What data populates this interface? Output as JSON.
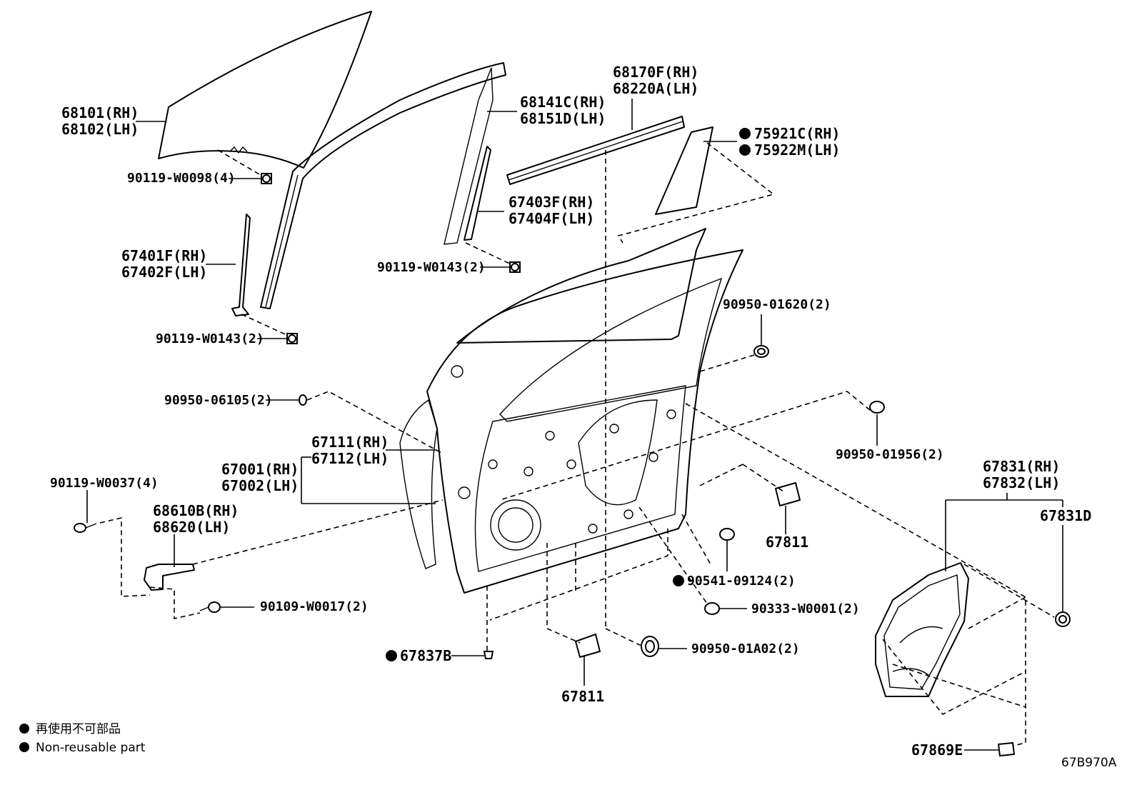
{
  "labels": {
    "glass_rh": "68101(RH)",
    "glass_lh": "68102(LH)",
    "bolt_w0098": "90119-W0098(4)",
    "run_rh": "68141C(RH)",
    "run_lh": "68151D(LH)",
    "belt_rh": "68170F(RH)",
    "belt_lh": "68220A(LH)",
    "garnish_rh": "75921C(RH)",
    "garnish_lh": "75922M(LH)",
    "rear_frame_rh": "67403F(RH)",
    "rear_frame_lh": "67404F(LH)",
    "bolt_w0143_upper": "90119-W0143(2)",
    "front_frame_rh": "67401F(RH)",
    "front_frame_lh": "67402F(LH)",
    "bolt_w0143_lower": "90119-W0143(2)",
    "plug_01620": "90950-01620(2)",
    "plug_06105": "90950-06105(2)",
    "plug_01956": "90950-01956(2)",
    "weather_rh": "67111(RH)",
    "weather_lh": "67112(LH)",
    "door_rh": "67001(RH)",
    "door_lh": "67002(LH)",
    "bolt_w0037": "90119-W0037(4)",
    "check_rh": "68610B(RH)",
    "check_lh": "68620(LH)",
    "seal_67811_right": "67811",
    "cover_rh": "67831(RH)",
    "cover_lh": "67832(LH)",
    "cover_d": "67831D",
    "clip_09124": "90541-09124(2)",
    "bolt_w0017": "90109-W0017(2)",
    "plug_w0001": "90333-W0001(2)",
    "plug_01a02": "90950-01A02(2)",
    "clip_67837b": "67837B",
    "seal_67811_bottom": "67811",
    "clip_67869e": "67869E"
  },
  "legend": {
    "japanese": "再使用不可部品",
    "english": "Non-reusable part"
  },
  "diagram_code": "67B970A"
}
